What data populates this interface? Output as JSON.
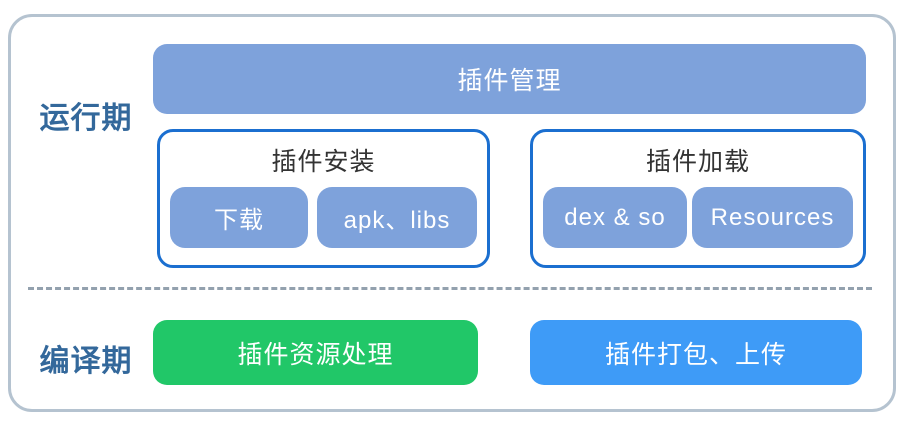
{
  "diagram": {
    "runtime_label": "运行期",
    "compile_label": "编译期",
    "plugin_management": "插件管理",
    "install": {
      "title": "插件安装",
      "items": [
        "下载",
        "apk、libs"
      ]
    },
    "load": {
      "title": "插件加载",
      "items": [
        "dex & so",
        "Resources"
      ]
    },
    "resource_processing": "插件资源处理",
    "package_upload": "插件打包、上传",
    "colors": {
      "chip_blue": "#7EA2DB",
      "group_border_blue": "#1B6FD0",
      "outer_border": "#B5C3D0",
      "phase_label_blue": "#33689B",
      "compile_green": "#21C768",
      "compile_blue": "#3E9BF7",
      "divider_gray": "#93A1AE",
      "group_title_text": "#333333"
    }
  }
}
